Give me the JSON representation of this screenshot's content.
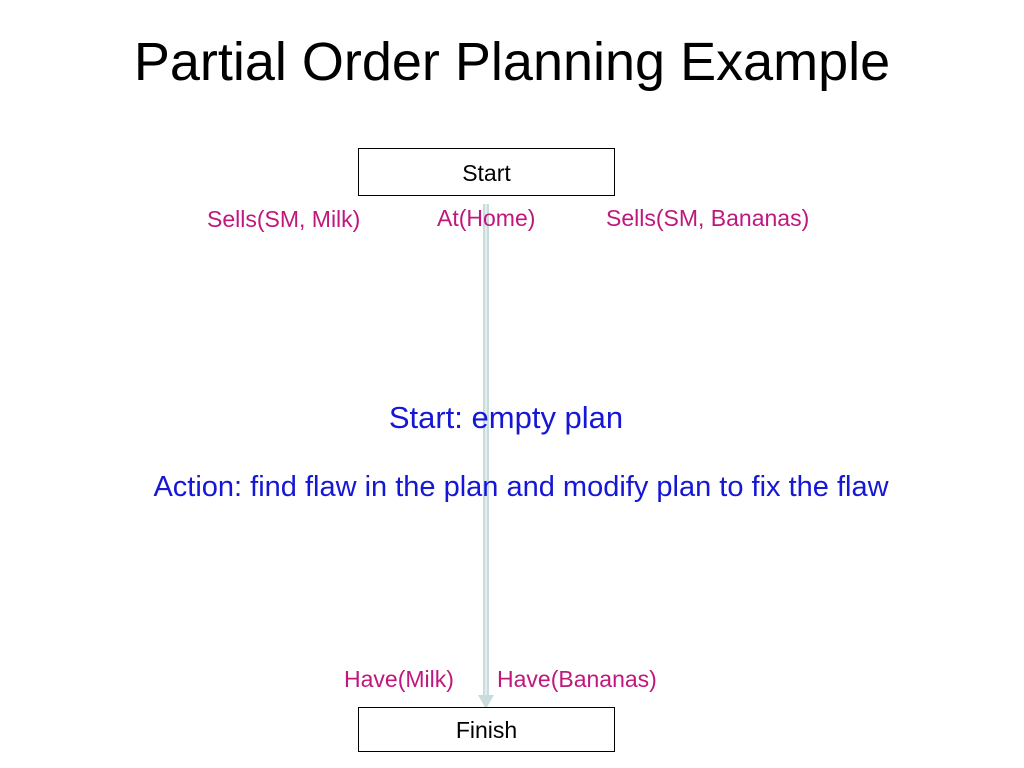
{
  "title": "Partial Order Planning Example",
  "nodes": {
    "start": "Start",
    "finish": "Finish"
  },
  "start_effects": [
    "Sells(SM, Milk)",
    "At(Home)",
    "Sells(SM, Bananas)"
  ],
  "finish_preconditions": [
    "Have(Milk)",
    "Have(Bananas)"
  ],
  "notes": {
    "start": "Start: empty plan",
    "action": "Action: find flaw in the plan and modify plan to fix the flaw"
  },
  "colors": {
    "condition_text": "#c0177d",
    "note_text": "#1616d6",
    "arrow": "#c8dcdc"
  }
}
